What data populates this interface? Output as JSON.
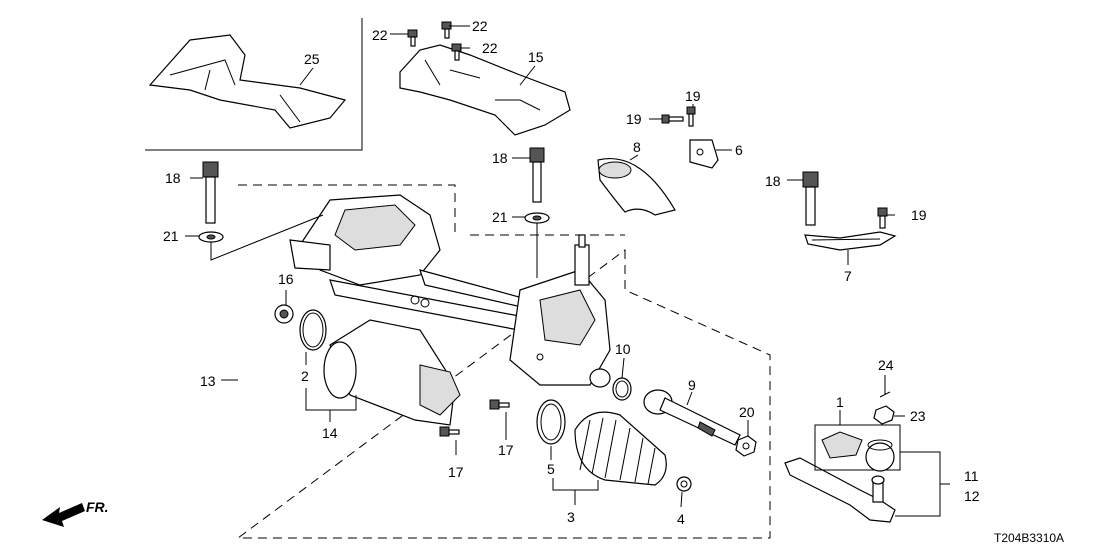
{
  "diagram": {
    "code": "T204B3310A",
    "front_label": "FR.",
    "callouts": {
      "c1": "1",
      "c2": "2",
      "c3": "3",
      "c4": "4",
      "c5": "5",
      "c6": "6",
      "c7": "7",
      "c8": "8",
      "c9": "9",
      "c10": "10",
      "c11": "11",
      "c12": "12",
      "c13": "13",
      "c14": "14",
      "c15": "15",
      "c16": "16",
      "c17a": "17",
      "c17b": "17",
      "c18a": "18",
      "c18b": "18",
      "c18c": "18",
      "c19a": "19",
      "c19b": "19",
      "c19c": "19",
      "c20": "20",
      "c21a": "21",
      "c21b": "21",
      "c22a": "22",
      "c22b": "22",
      "c22c": "22",
      "c23": "23",
      "c24": "24",
      "c25": "25"
    }
  }
}
